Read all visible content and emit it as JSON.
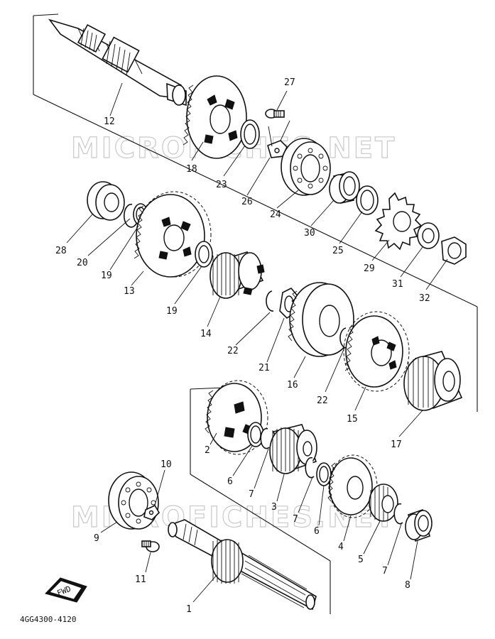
{
  "watermark": "MICROFICHES.NET",
  "part_number": "4GG4300-4120",
  "fwd_label": "FWD",
  "callouts": [
    "12",
    "18",
    "27",
    "23",
    "26",
    "24",
    "30",
    "25",
    "29",
    "31",
    "32",
    "28",
    "20",
    "19",
    "13",
    "19",
    "14",
    "22",
    "21",
    "16",
    "22",
    "15",
    "17",
    "10",
    "2",
    "6",
    "7",
    "3",
    "7",
    "6",
    "4",
    "5",
    "7",
    "8",
    "9",
    "11",
    "1"
  ]
}
